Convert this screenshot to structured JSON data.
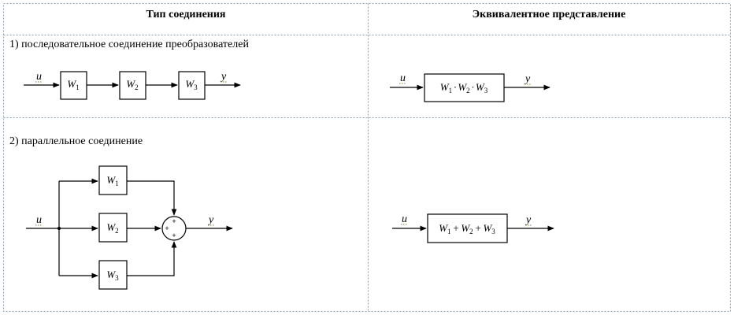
{
  "table": {
    "headers": [
      "Тип соединения",
      "Эквивалентное представление"
    ],
    "rows": [
      {
        "label": "1) последовательное соединение преобразователей",
        "input": "u",
        "output": "y",
        "blocks": [
          {
            "symbol": "W",
            "index": "1"
          },
          {
            "symbol": "W",
            "index": "2"
          },
          {
            "symbol": "W",
            "index": "3"
          }
        ],
        "equivalent": {
          "input": "u",
          "output": "y",
          "terms": [
            {
              "symbol": "W",
              "index": "1"
            },
            {
              "symbol": "W",
              "index": "2"
            },
            {
              "symbol": "W",
              "index": "3"
            }
          ],
          "operator": "·"
        }
      },
      {
        "label": "2) параллельное соединение",
        "input": "u",
        "output": "y",
        "blocks": [
          {
            "symbol": "W",
            "index": "1"
          },
          {
            "symbol": "W",
            "index": "2"
          },
          {
            "symbol": "W",
            "index": "3"
          }
        ],
        "summator_signs": [
          "+",
          "+",
          "+"
        ],
        "equivalent": {
          "input": "u",
          "output": "y",
          "terms": [
            {
              "symbol": "W",
              "index": "1"
            },
            {
              "symbol": "W",
              "index": "2"
            },
            {
              "symbol": "W",
              "index": "3"
            }
          ],
          "operator": "+"
        }
      }
    ]
  }
}
